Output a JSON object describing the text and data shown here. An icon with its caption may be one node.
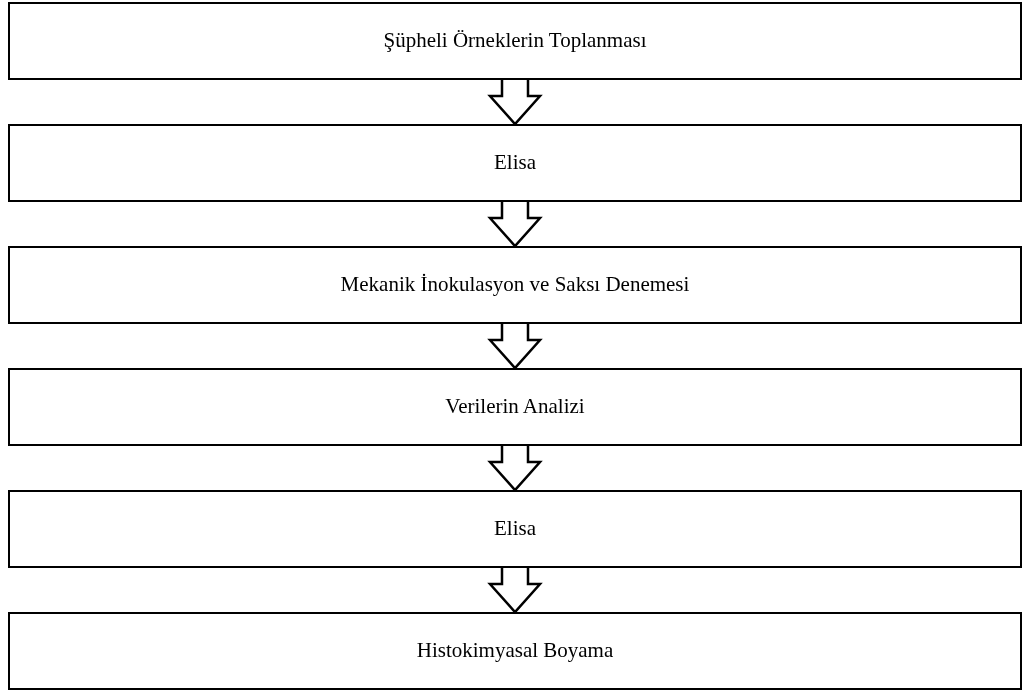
{
  "diagram": {
    "nodes": [
      {
        "text": [
          "Şüpheli Örneklerin Toplanması"
        ]
      },
      {
        "text": [
          "Elisa"
        ]
      },
      {
        "text": [
          "Mekanik İnokulasyon ve Saksı Denemesi"
        ]
      },
      {
        "text": [
          "Verilerin Analizi"
        ]
      },
      {
        "text": [
          "Elisa"
        ]
      },
      {
        "text": [
          "Histokimyasal Boyama"
        ]
      }
    ],
    "edges": [
      {
        "from": 0,
        "to": 1,
        "arrow": "to"
      },
      {
        "from": 1,
        "to": 2,
        "arrow": "to"
      },
      {
        "from": 2,
        "to": 3,
        "arrow": "to"
      },
      {
        "from": 3,
        "to": 4,
        "arrow": "to"
      },
      {
        "from": 4,
        "to": 5,
        "arrow": "to"
      }
    ]
  }
}
